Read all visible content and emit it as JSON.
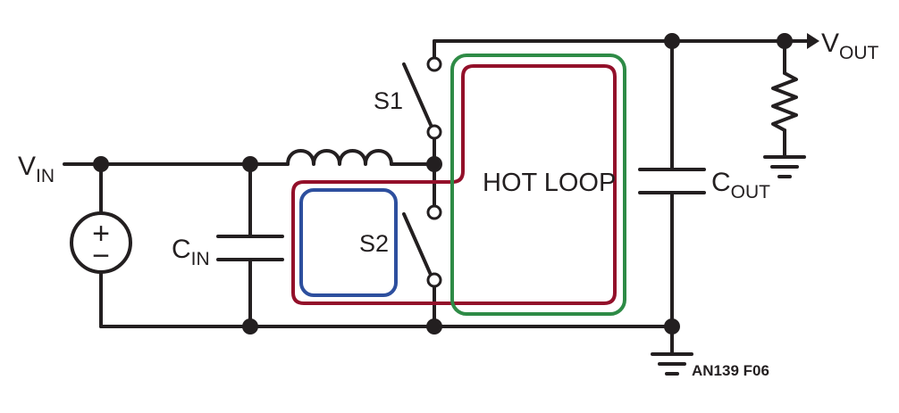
{
  "labels": {
    "vin": "V",
    "vin_sub": "IN",
    "vout": "V",
    "vout_sub": "OUT",
    "cin": "C",
    "cin_sub": "IN",
    "cout": "C",
    "cout_sub": "OUT",
    "s1": "S1",
    "s2": "S2",
    "hot_loop": "HOT LOOP",
    "source_plus": "+",
    "source_minus": "−",
    "figure_id": "AN139 F06"
  },
  "colors": {
    "wire": "#231f20",
    "hot_loop": "#93102a",
    "s1_loop": "#2e8b46",
    "s2_loop": "#2d4f9e"
  }
}
